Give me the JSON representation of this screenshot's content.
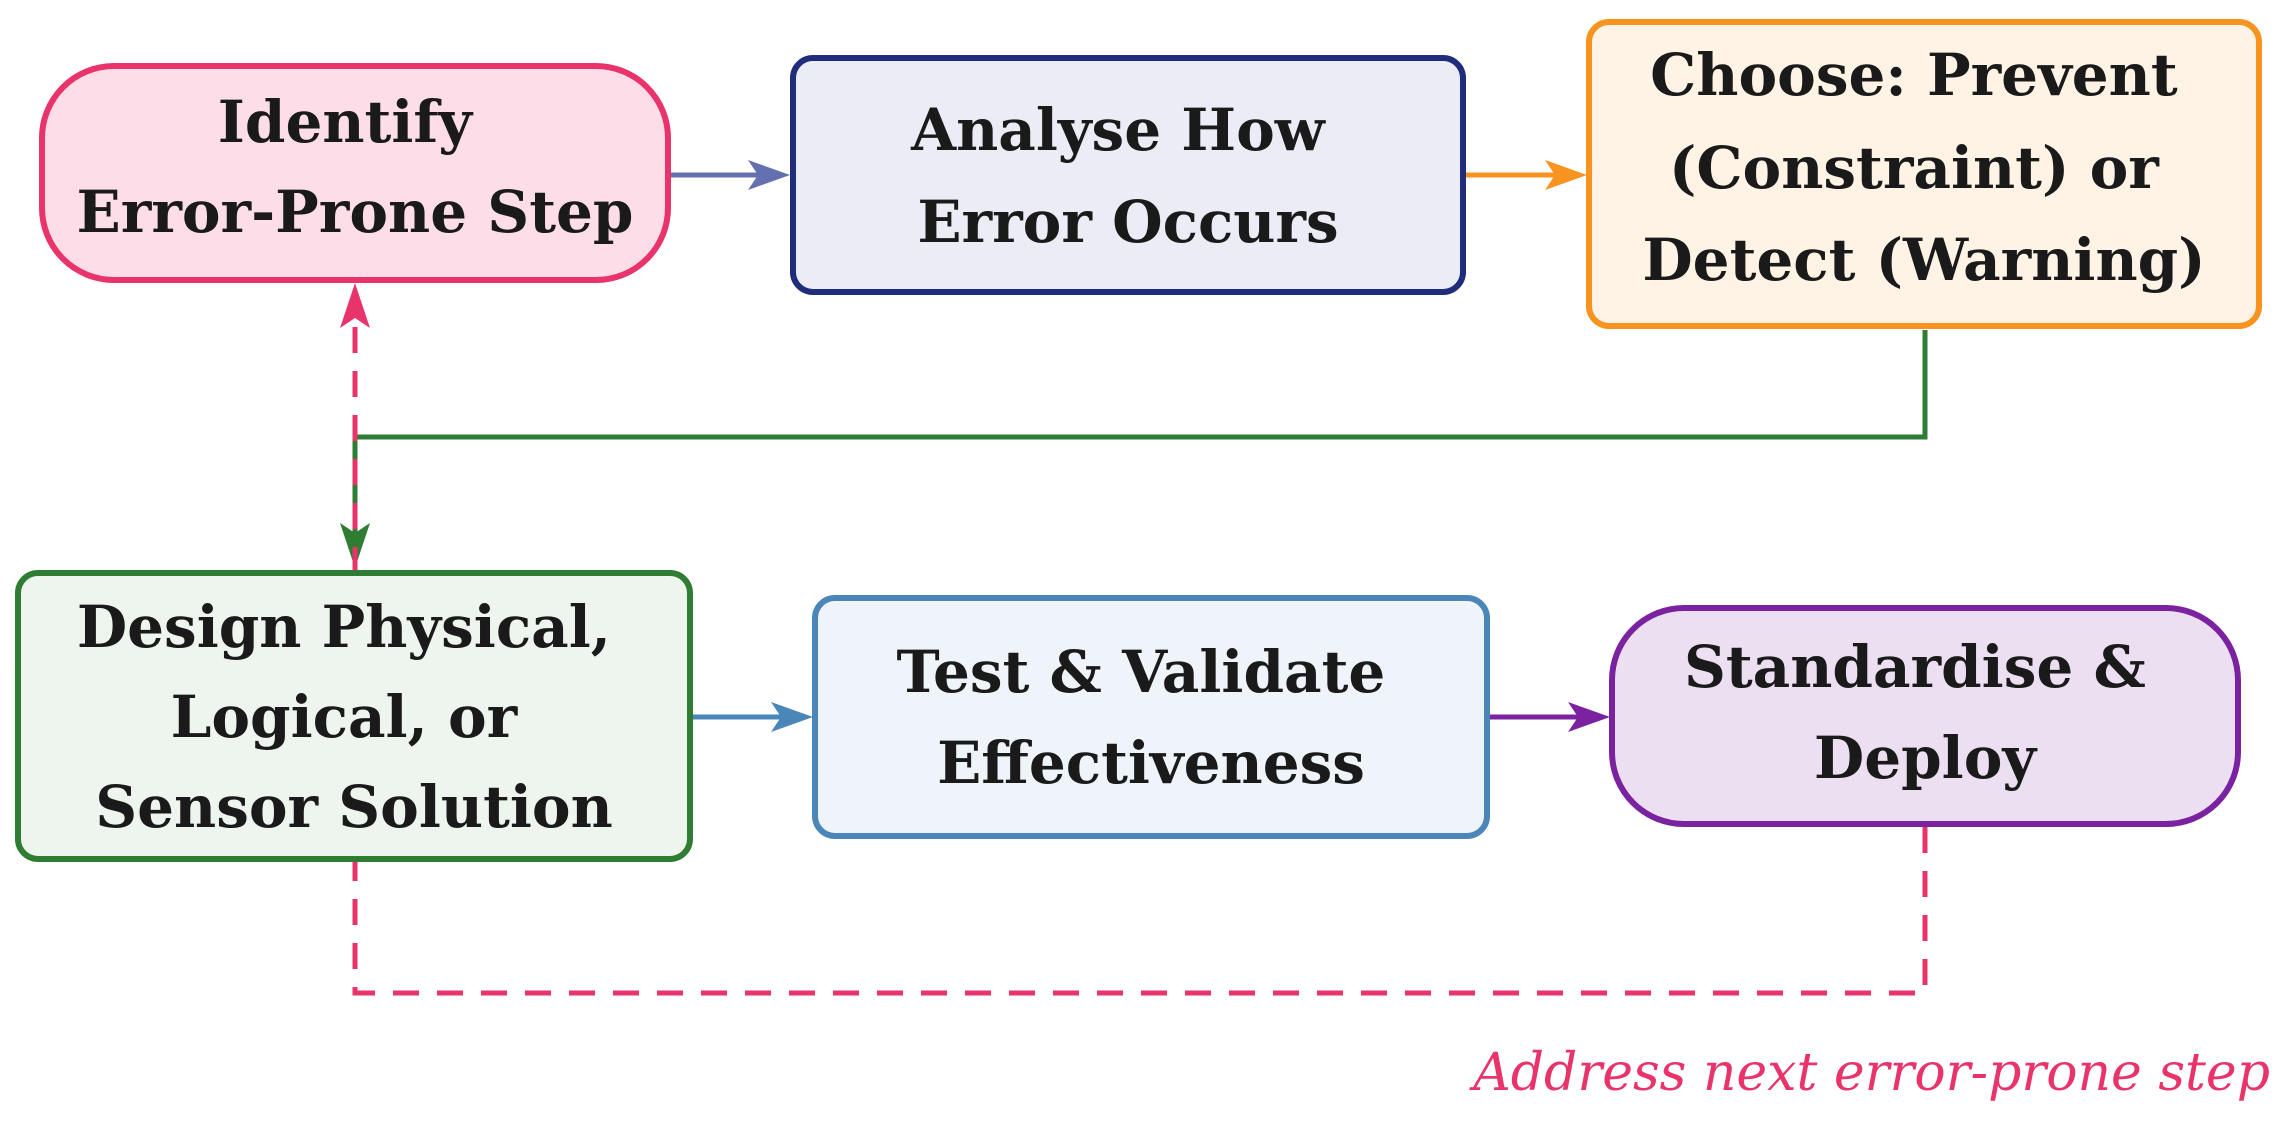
{
  "nodes": {
    "identify": {
      "lines": [
        "Identify",
        "Error-Prone Step"
      ],
      "fill": "#fcdde8",
      "stroke": "#e8336b"
    },
    "analyse": {
      "lines": [
        "Analyse How",
        "Error Occurs"
      ],
      "fill": "#ececf6",
      "stroke": "#1f2d7a"
    },
    "choose": {
      "lines": [
        "Choose: Prevent",
        "(Constraint) or",
        "Detect (Warning)"
      ],
      "fill": "#fff3e6",
      "stroke": "#f7931e"
    },
    "design": {
      "lines": [
        "Design Physical,",
        "Logical, or",
        "Sensor Solution"
      ],
      "fill": "#eef5ee",
      "stroke": "#2e7d32"
    },
    "test": {
      "lines": [
        "Test & Validate",
        "Effectiveness"
      ],
      "fill": "#eef4f9",
      "stroke": "#4a86b8"
    },
    "standardise": {
      "lines": [
        "Standardise &",
        "Deploy"
      ],
      "fill": "#ecdff2",
      "stroke": "#7b22a0"
    }
  },
  "edges": {
    "identify_to_analyse": "#6470b0",
    "analyse_to_choose": "#f7931e",
    "choose_to_design": "#2e7d32",
    "design_to_test": "#4a86b8",
    "test_to_standardise": "#7b22a0",
    "loop_back": "#e8336b"
  },
  "loop_note": {
    "text": "Address next error-prone step",
    "color": "#e8336b"
  }
}
